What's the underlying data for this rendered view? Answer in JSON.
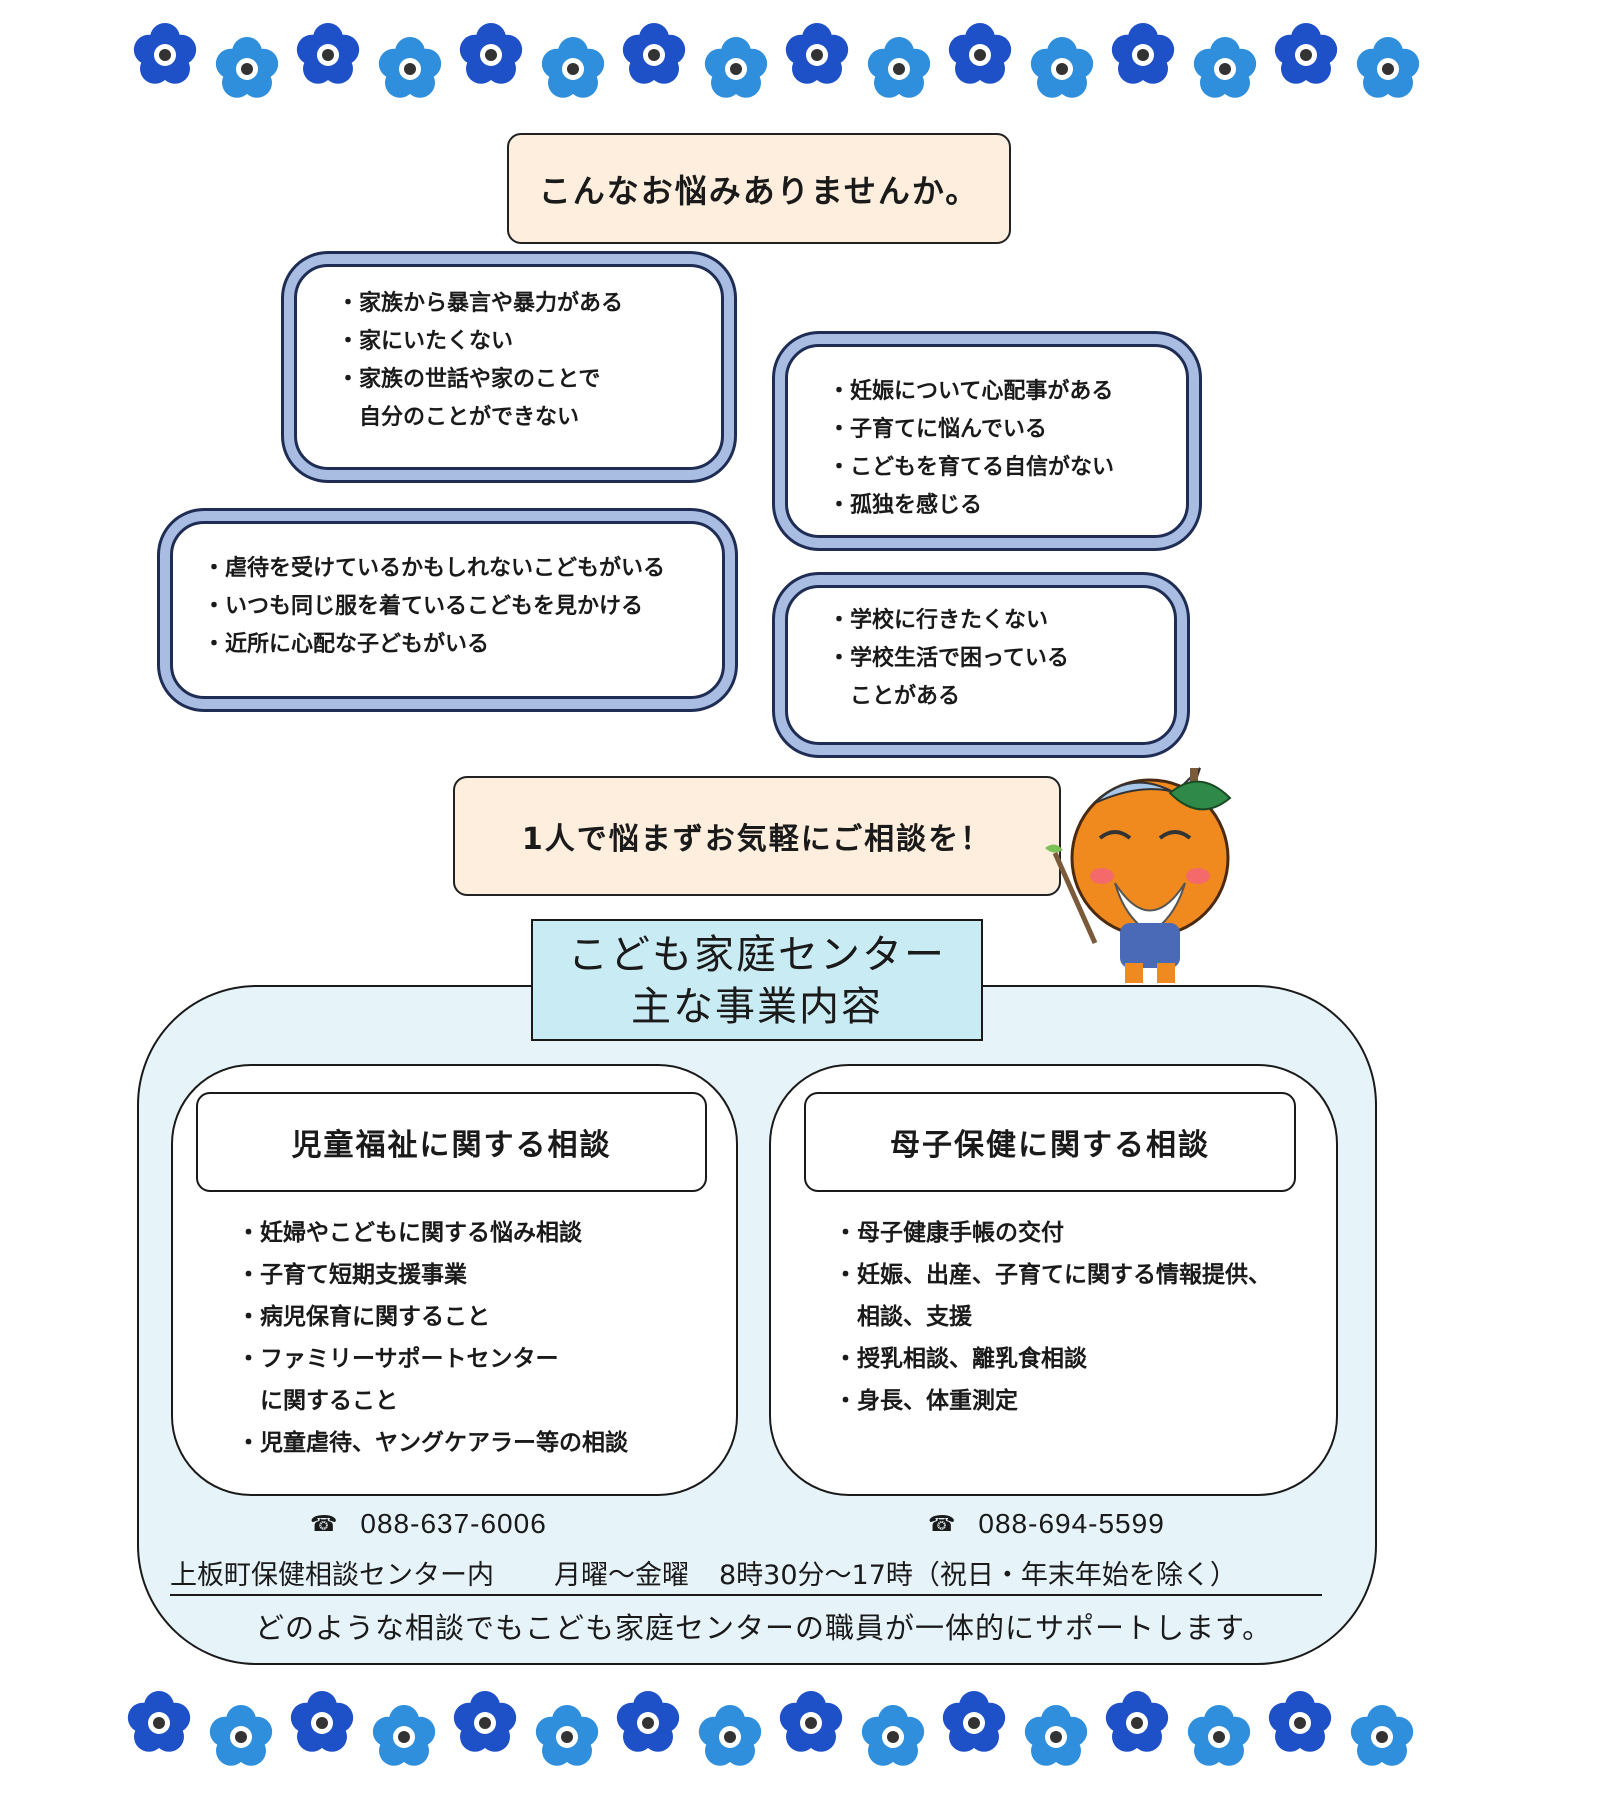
{
  "header": {
    "question": "こんなお悩みありませんか。"
  },
  "worries": [
    {
      "items": [
        "・家族から暴言や暴力がある",
        "・家にいたくない",
        "・家族の世話や家のことで",
        "　自分のことができない"
      ]
    },
    {
      "items": [
        "・妊娠について心配事がある",
        "・子育てに悩んでいる",
        "・こどもを育てる自信がない",
        "・孤独を感じる"
      ]
    },
    {
      "items": [
        "・虐待を受けているかもしれないこどもがいる",
        "・いつも同じ服を着ているこどもを見かける",
        "・近所に心配な子どもがいる"
      ]
    },
    {
      "items": [
        "・学校に行きたくない",
        "・学校生活で困っている",
        "　ことがある"
      ]
    }
  ],
  "cta": "1人で悩まずお気軽にご相談を！",
  "center": {
    "line1": "こども家庭センター",
    "line2": "主な事業内容"
  },
  "services": [
    {
      "title": "児童福祉に関する相談",
      "items": [
        "・妊婦やこどもに関する悩み相談",
        "・子育て短期支援事業",
        "・病児保育に関すること",
        "・ファミリーサポートセンター",
        "　に関すること",
        "・児童虐待、ヤングケアラー等の相談"
      ],
      "phone": "088-637-6006"
    },
    {
      "title": "母子保健に関する相談",
      "items": [
        "・母子健康手帳の交付",
        "・妊娠、出産、子育てに関する情報提供、",
        "　相談、支援",
        "・授乳相談、離乳食相談",
        "・身長、体重測定"
      ],
      "phone": "088-694-5599"
    }
  ],
  "phone_icon": "☎",
  "hours": {
    "place": "上板町保健相談センター内",
    "days": "月曜～金曜",
    "time": "8時30分～17時（祝日・年末年始を除く）"
  },
  "support": "どのような相談でもこども家庭センターの職員が一体的にサポートします。",
  "colors": {
    "flower_dark": "#1e50c8",
    "flower_light": "#2f8fdc",
    "panel": "#e6f3f9",
    "header": "#fdeedd",
    "title": "#c9ebf3"
  }
}
